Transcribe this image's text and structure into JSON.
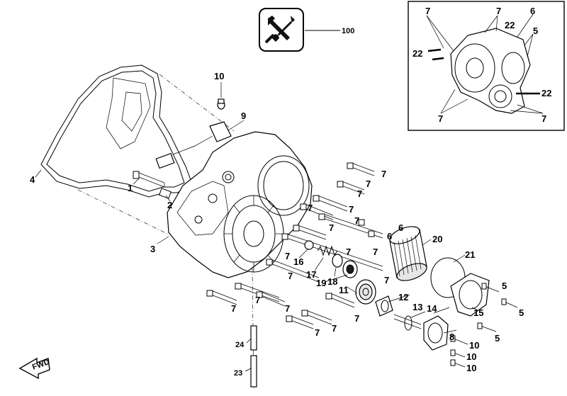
{
  "diagram": {
    "kit_label": "100",
    "fwd_label": "FWD",
    "callouts": {
      "c1": "1",
      "c2": "2",
      "c3": "3",
      "c4": "4",
      "c9": "9",
      "c10_top": "10",
      "c16": "16",
      "c17": "17",
      "c18": "18",
      "c19": "19",
      "c20": "20",
      "c21": "21",
      "c11": "11",
      "c12": "12",
      "c13": "13",
      "c14": "14",
      "c15": "15",
      "c8": "8",
      "c23": "23",
      "c24": "24",
      "c6a": "6",
      "c6b": "6",
      "c5a": "5",
      "c5b": "5",
      "c5c": "5",
      "c10a": "10",
      "c10b": "10",
      "c10c": "10",
      "c7_1": "7",
      "c7_2": "7",
      "c7_3": "7",
      "c7_4": "7",
      "c7_5": "7",
      "c7_6": "7",
      "c7_7": "7",
      "c7_8": "7",
      "c7_9": "7",
      "c7_10": "7",
      "c7_11": "7",
      "c7_12": "7",
      "c7_13": "7",
      "c7_14": "7",
      "c7_15": "7",
      "c7_16": "7",
      "c7_17": "7",
      "c7_18": "7"
    },
    "inset": {
      "c7a": "7",
      "c7b": "7",
      "c7c": "7",
      "c7d": "7",
      "c6": "6",
      "c22a": "22",
      "c22b": "22",
      "c22c": "22",
      "c5": "5"
    }
  }
}
